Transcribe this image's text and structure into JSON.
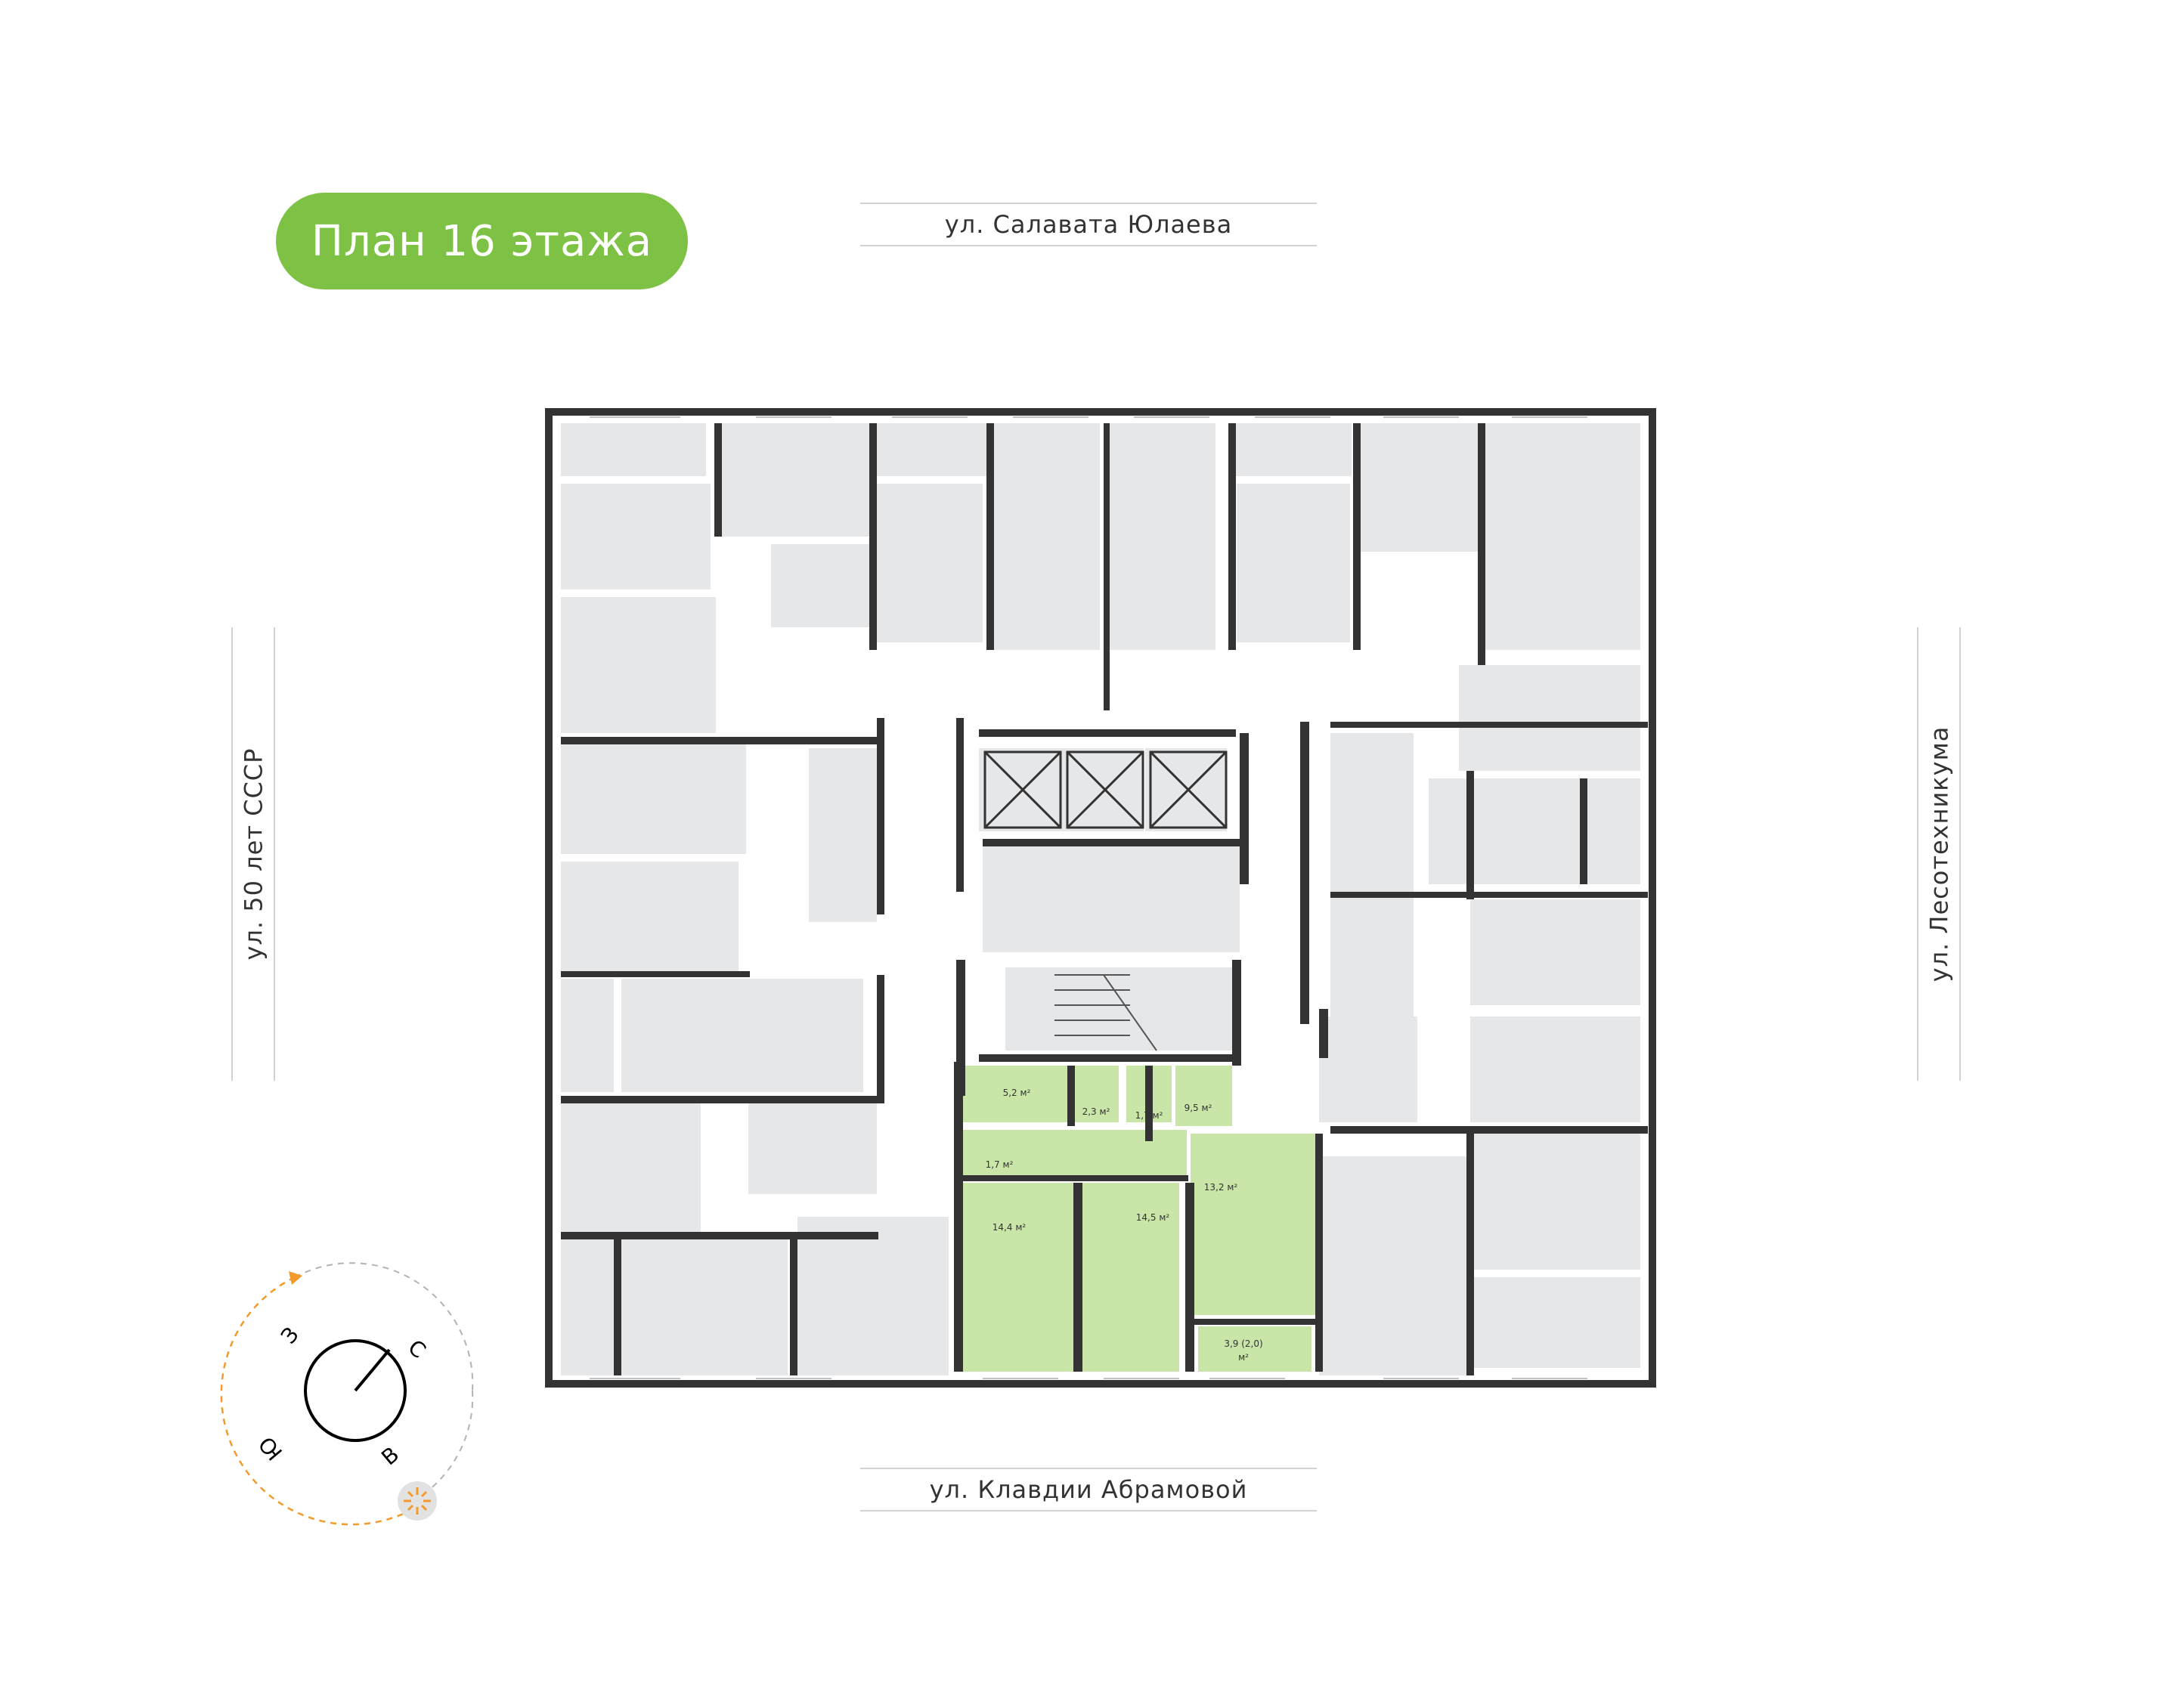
{
  "title": "План 16 этажа",
  "streets": {
    "north": "ул. Салавата Юлаева",
    "south": "ул. Клавдии Абрамовой",
    "west": "ул. 50 лет СССР",
    "east": "ул. Лесотехникума"
  },
  "compass": {
    "north": "С",
    "south": "Ю",
    "east": "В",
    "west": "З"
  },
  "apartment": {
    "rooms": [
      {
        "area": "5,2",
        "unit": "м²"
      },
      {
        "area": "2,3",
        "unit": "м²"
      },
      {
        "area": "1,7",
        "unit": "м²"
      },
      {
        "area": "9,5",
        "unit": "м²"
      },
      {
        "area": "1,7",
        "unit": "м²"
      },
      {
        "area": "13,2",
        "unit": "м²"
      },
      {
        "area": "14,4",
        "unit": "м²"
      },
      {
        "area": "14,5",
        "unit": "м²"
      },
      {
        "area": "3,9 (2,0)",
        "unit": "м²"
      }
    ]
  },
  "colors": {
    "accent": "#7dc244",
    "highlight_room": "#c9e5a8",
    "room": "#e6e7e9",
    "wall": "#333333",
    "sun": "#f39a2b"
  }
}
